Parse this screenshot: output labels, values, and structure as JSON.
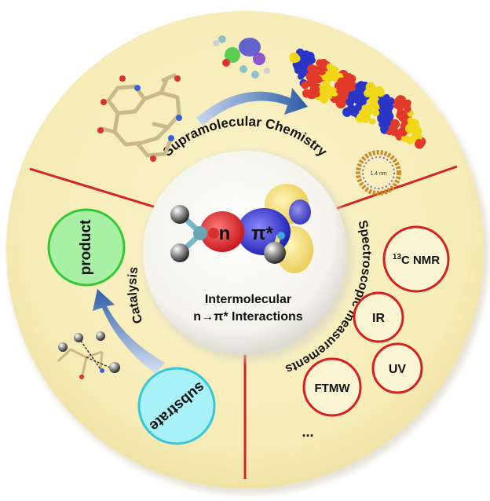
{
  "center": {
    "title_line1": "Intermolecular",
    "title_line2": "n→π* Interactions",
    "orbital_n": "n",
    "orbital_pi": "π*"
  },
  "sections": {
    "top": {
      "label": "Supramolecular Chemistry"
    },
    "left": {
      "label": "Catalysis",
      "product": "product",
      "substrate": "substrate"
    },
    "right": {
      "label": "Spectroscopic measurements",
      "items": [
        {
          "sup": "13",
          "text": "C NMR"
        },
        {
          "sup": "",
          "text": "IR"
        },
        {
          "sup": "",
          "text": "UV"
        },
        {
          "sup": "",
          "text": "FTMW"
        }
      ],
      "ellipsis": "..."
    },
    "scale_label": "1.4 nm"
  },
  "colors": {
    "disc": "#f7eebb",
    "divider": "#d42424",
    "center_disc": "#f4f3ec",
    "circle_red": "#d62020",
    "product_fill": "#a8f0a4",
    "product_stroke": "#35c835",
    "substrate_fill": "#a8f1f6",
    "substrate_stroke": "#38c6d8",
    "orbital_red": "#e3262b",
    "orbital_blue": "#3434d2",
    "orbital_yellow": "#f1d23a",
    "arrow_blue": "#3a6bb2"
  }
}
